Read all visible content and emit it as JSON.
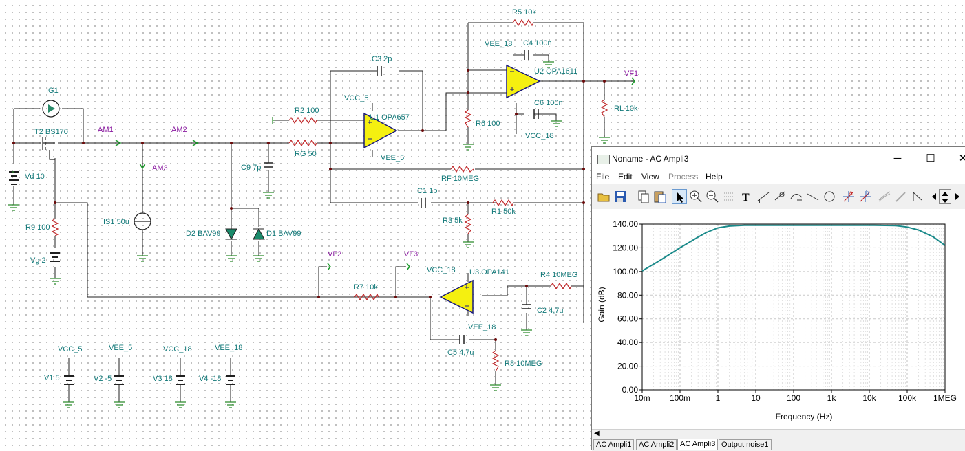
{
  "schematic": {
    "labels": {
      "ig1": "IG1",
      "t2": "T2 BS170",
      "am1": "AM1",
      "am2": "AM2",
      "am3": "AM3",
      "vd": "Vd 10",
      "r9": "R9 100",
      "vg": "Vg 2",
      "is1": "IS1 50u",
      "d2": "D2 BAV99",
      "d1": "D1 BAV99",
      "c9": "C9 7p",
      "r2": "R2 100",
      "rg": "RG 50",
      "vcc5": "VCC_5",
      "vee5": "VEE_5",
      "u1": "U1 OPA657",
      "c3": "C3 2p",
      "rf": "RF 10MEG",
      "c1": "C1 1p",
      "r1": "R1 50k",
      "r3": "R3 5k",
      "r5": "R5 10k",
      "vee18a": "VEE_18",
      "c4": "C4 100n",
      "u2": "U2 OPA1611",
      "r6": "R6 100",
      "c6": "C6 100n",
      "vcc18a": "VCC_18",
      "vf1": "VF1",
      "rl": "RL 10k",
      "vf2": "VF2",
      "vf3": "VF3",
      "r7": "R7 10k",
      "vcc18b": "VCC_18",
      "u3": "U3 OPA141",
      "vee18b": "VEE_18",
      "r4": "R4 10MEG",
      "c2": "C2 4,7u",
      "c5": "C5 4,7u",
      "r8": "R8 10MEG",
      "pvcc5": "VCC_5",
      "pvee5": "VEE_5",
      "pvcc18": "VCC_18",
      "pvee18": "VEE_18",
      "v1": "V1 5",
      "v2": "V2 -5",
      "v3": "V3 18",
      "v4": "V4 -18"
    },
    "pin_mark": "9"
  },
  "window": {
    "title": "Noname - AC Ampli3",
    "minimize": "─",
    "maximize": "☐",
    "close": "✕",
    "menu": [
      "File",
      "Edit",
      "View",
      "Process",
      "Help"
    ],
    "disabled_menu": "Process",
    "toolbar": [
      "open-folder-icon",
      "save-icon",
      "copy-icon",
      "paste-icon",
      "pointer-icon",
      "zoom-in-icon",
      "zoom-out-icon",
      "grid-icon",
      "text-tool-icon",
      "curve-label-icon",
      "marker-icon",
      "step-icon",
      "line-icon",
      "circle-icon",
      "cursor-a-icon",
      "cursor-b-icon",
      "wave-icon",
      "pen-icon",
      "corner-icon",
      "left-arrow-icon",
      "up-down-arrow-icon",
      "right-arrow-icon"
    ],
    "tabs": [
      "AC Ampli1",
      "AC Ampli2",
      "AC Ampli3",
      "Output noise1"
    ],
    "active_tab": "AC Ampli3"
  },
  "chart_data": {
    "type": "line",
    "xscale": "log",
    "xlabel": "Frequency (Hz)",
    "ylabel": "Gain (dB)",
    "xticks": [
      "10m",
      "100m",
      "1",
      "10",
      "100",
      "1k",
      "10k",
      "100k",
      "1MEG"
    ],
    "yticks": [
      "0.00",
      "20.00",
      "40.00",
      "60.00",
      "80.00",
      "100.00",
      "120.00",
      "140.00"
    ],
    "xlim": [
      0.01,
      1000000
    ],
    "ylim": [
      0,
      140
    ],
    "grid": true,
    "color": "#1a8a8a",
    "series": [
      {
        "x": [
          0.01,
          0.03,
          0.1,
          0.3,
          0.5,
          1,
          2,
          5,
          10,
          100,
          1000,
          10000,
          50000,
          100000,
          200000,
          500000,
          1000000
        ],
        "y": [
          100.5,
          109.5,
          120,
          129,
          133,
          136.8,
          138.3,
          139,
          139,
          139,
          139,
          139,
          138.7,
          137.5,
          135,
          129,
          122
        ]
      }
    ]
  }
}
